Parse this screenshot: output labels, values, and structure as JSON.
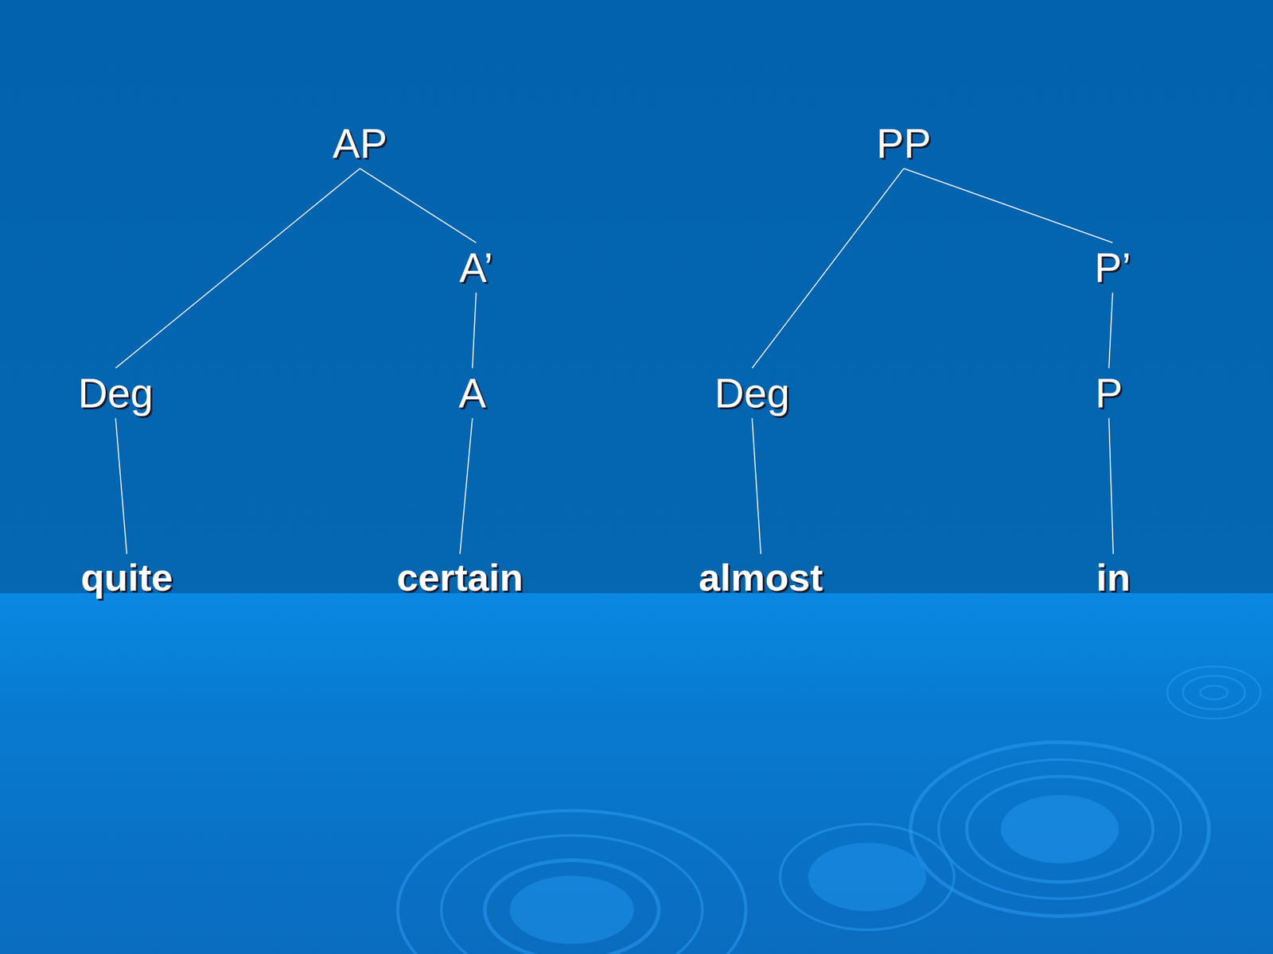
{
  "diagram": {
    "nodes": [
      {
        "text": [
          "AP"
        ]
      },
      {
        "text": [
          "A’"
        ]
      },
      {
        "text": [
          "Deg"
        ]
      },
      {
        "text": [
          "A"
        ]
      },
      {
        "text": [
          "quite"
        ]
      },
      {
        "text": [
          "certain"
        ]
      },
      {
        "text": [
          "PP"
        ]
      },
      {
        "text": [
          "P’"
        ]
      },
      {
        "text": [
          "Deg"
        ]
      },
      {
        "text": [
          "P"
        ]
      },
      {
        "text": [
          "almost"
        ]
      },
      {
        "text": [
          "in"
        ]
      }
    ],
    "edges": [
      {
        "from": 0,
        "to": 2,
        "arrow": "none"
      },
      {
        "from": 0,
        "to": 1,
        "arrow": "none"
      },
      {
        "from": 1,
        "to": 3,
        "arrow": "none"
      },
      {
        "from": 2,
        "to": 4,
        "arrow": "none"
      },
      {
        "from": 3,
        "to": 5,
        "arrow": "none"
      },
      {
        "from": 6,
        "to": 8,
        "arrow": "none"
      },
      {
        "from": 6,
        "to": 7,
        "arrow": "none"
      },
      {
        "from": 7,
        "to": 9,
        "arrow": "none"
      },
      {
        "from": 8,
        "to": 10,
        "arrow": "none"
      },
      {
        "from": 9,
        "to": 11,
        "arrow": "none"
      }
    ]
  }
}
